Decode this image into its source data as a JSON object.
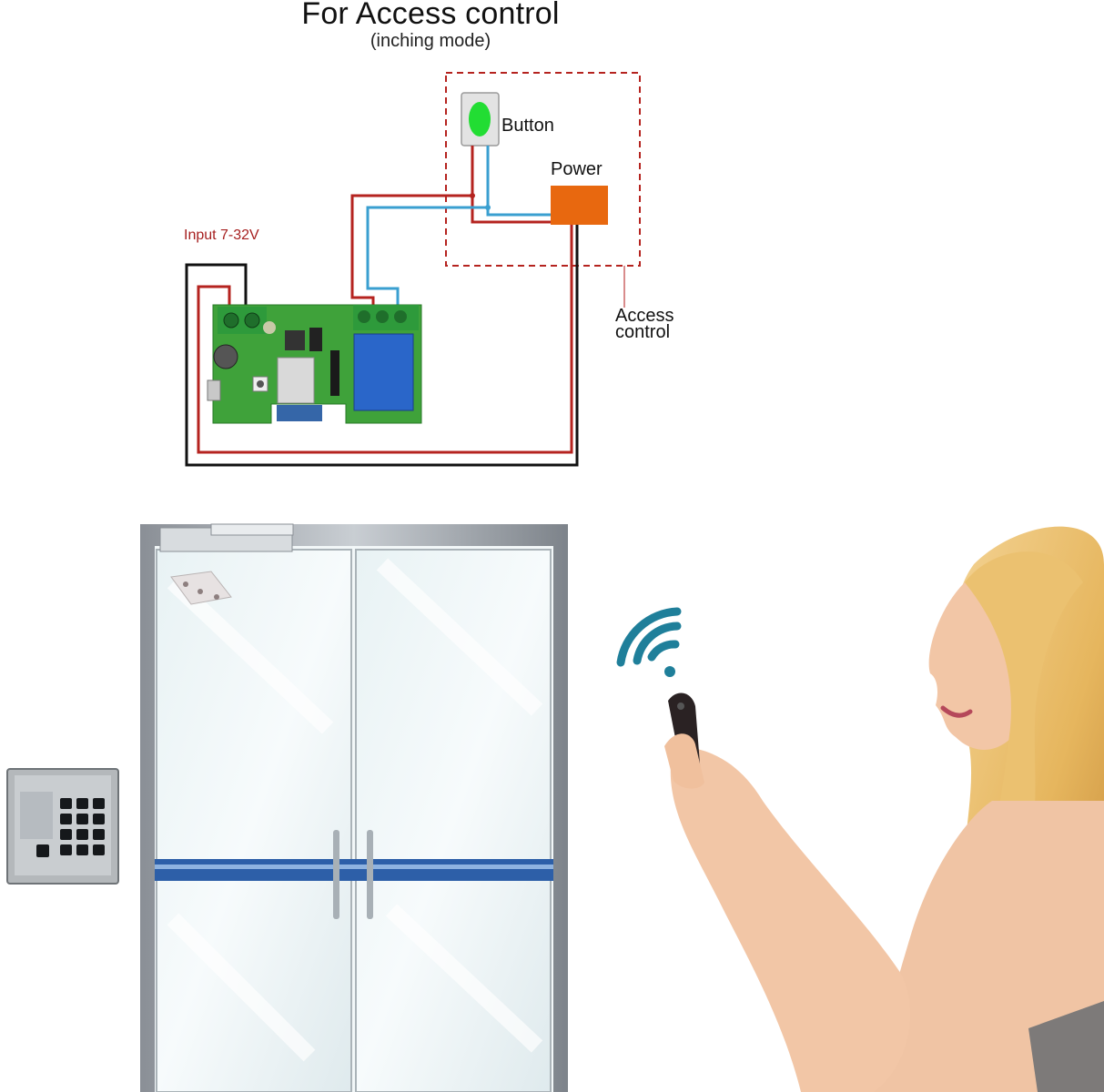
{
  "diagram": {
    "title": "For Access control",
    "subtitle": "(inching mode)",
    "labels": {
      "button": "Button",
      "power": "Power",
      "input": "Input 7-32V",
      "access_line1": "Access",
      "access_line2": "control"
    },
    "colors": {
      "wire_red": "#b5231f",
      "wire_black": "#111111",
      "wire_blue": "#3a9fd0",
      "power_box": "#e8680f",
      "button_green": "#22dd33",
      "dashed_box": "#b5231f",
      "board_green": "#3fa23a"
    }
  },
  "scene": {
    "icons": [
      "wifi-signal-icon",
      "remote-control-icon",
      "keypad-icon",
      "door-icon",
      "woman-figure"
    ]
  }
}
